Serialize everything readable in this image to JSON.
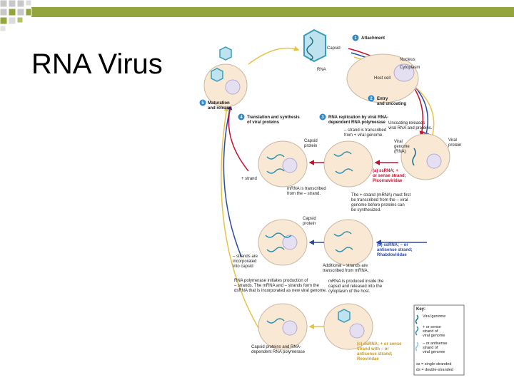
{
  "slide": {
    "title": "RNA Virus"
  },
  "colors": {
    "accent_green": "#95a53d",
    "decor_gray": "#c8c8c8",
    "cell_fill": "#f8e8d4",
    "nucleus_fill": "#e4e0f2",
    "rna_blue": "#2b8fb0",
    "capsid_teal": "#3a9db5",
    "arrow_red": "#c8102e",
    "arrow_blue": "#2b4aa8",
    "arrow_yellow": "#e6c24a",
    "step_badge": "#2f86c9"
  },
  "diagram": {
    "steps": {
      "s1": {
        "num": "1",
        "label": "Attachment"
      },
      "s2": {
        "num": "2",
        "line1": "Entry",
        "line2": "and uncoating"
      },
      "s3": {
        "num": "3",
        "line1": "RNA replication by viral RNA-",
        "line2": "dependent RNA polymerase"
      },
      "s4": {
        "num": "4",
        "line1": "Translation and synthesis",
        "line2": "of viral proteins"
      },
      "s5": {
        "num": "5",
        "line1": "Maturation",
        "line2": "and release"
      }
    },
    "labels": {
      "capsid": "Capsid",
      "rna": "RNA",
      "nucleus": "Nucleus",
      "cytoplasm": "Cytoplasm",
      "host_cell": "Host cell",
      "uncoating_1": "Uncoating releases",
      "uncoating_2": "viral RNA and proteins.",
      "strand_tx_1": "– strand is transcribed",
      "strand_tx_2": "from + viral genome.",
      "viral_genome_1": "Viral",
      "viral_genome_2": "genome",
      "viral_genome_3": "(RNA)",
      "viral_protein_1": "Viral",
      "viral_protein_2": "protein",
      "capsid_protein_a_1": "Capsid",
      "capsid_protein_a_2": "protein",
      "plus_strand": "+ strand",
      "mrna_tx_1": "mRNA is transcribed",
      "mrna_tx_2": "from the – strand.",
      "plus_must_1": "The + strand (mRNA) must first",
      "plus_must_2": "be transcribed from the – viral",
      "plus_must_3": "genome before proteins can",
      "plus_must_4": "be synthesized.",
      "capsid_protein_b_1": "Capsid",
      "capsid_protein_b_2": "protein",
      "minus_incorp_1": "– strands are",
      "minus_incorp_2": "incorporated",
      "minus_incorp_3": "into capsid",
      "additional_1": "Additional – strands are",
      "additional_2": "transcribed from mRNA.",
      "rnapol_1": "RNA polymerase initiates production of",
      "rnapol_2": "– strands. The mRNA and – strands form the",
      "rnapol_3": "dsRNA that is incorporated as new viral genome.",
      "mrna_prod_1": "mRNA is produced inside the",
      "mrna_prod_2": "capsid and released into the",
      "mrna_prod_3": "cytoplasm of the host.",
      "capsid_dep_1": "Capsid proteins and RNA-",
      "capsid_dep_2": "dependent RNA polymerase"
    },
    "types": {
      "a_1": "(a) ssRNA; +",
      "a_2": "or sense strand;",
      "a_3": "Picornaviridae",
      "b_1": "(b) ssRNA; – or",
      "b_2": "antisense strand;",
      "b_3": "Rhabdoviridae",
      "c_1": "(c) dsRNA; + or sense",
      "c_2": "strand with – or",
      "c_3": "antisense strand;",
      "c_4": "Reoviridae"
    },
    "key": {
      "title": "Key:",
      "viral_genome": "Viral genome",
      "plus_1": "+ or sense",
      "plus_2": "strand of",
      "plus_3": "viral genome",
      "minus_1": "– or antisense",
      "minus_2": "strand of",
      "minus_3": "viral genome",
      "ss": "ss = single-stranded",
      "ds": "ds = double-stranded"
    }
  }
}
